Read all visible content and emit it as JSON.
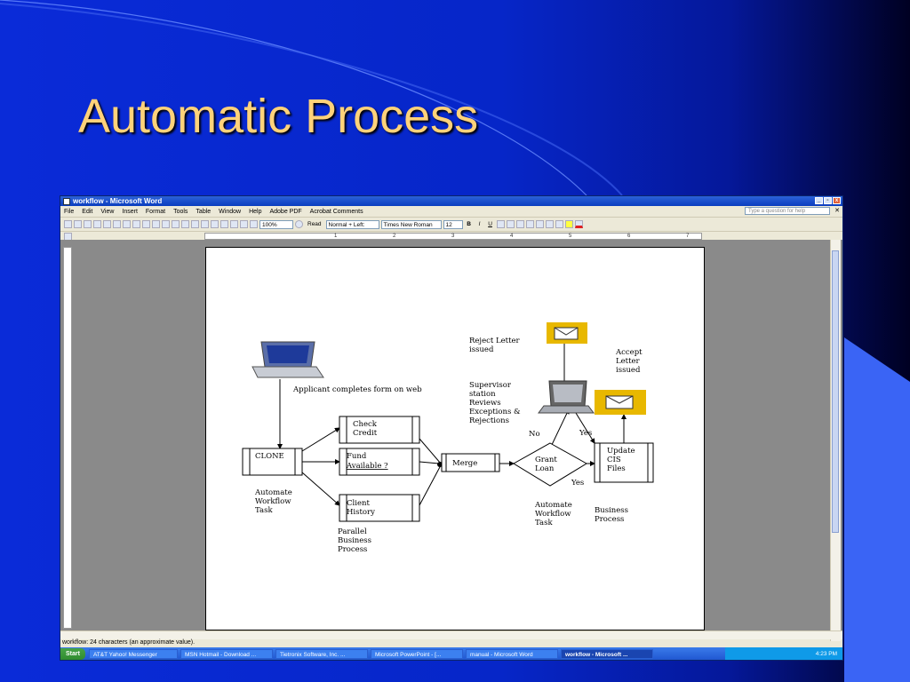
{
  "slide": {
    "title": "Automatic Process"
  },
  "window": {
    "title": "workflow - Microsoft Word",
    "controls": [
      "_",
      "▫",
      "x"
    ],
    "menu": [
      "File",
      "Edit",
      "View",
      "Insert",
      "Format",
      "Tools",
      "Table",
      "Window",
      "Help",
      "Adobe PDF",
      "Acrobat Comments"
    ],
    "help_placeholder": "Type a question for help",
    "zoom": "100%",
    "read_label": "Read",
    "style": "Normal + Left:",
    "font": "Times New Roman",
    "font_size": "12",
    "bold": "B",
    "italic": "I",
    "underline": "U",
    "ruler_marks": [
      "1",
      "2",
      "3",
      "4",
      "5",
      "6",
      "7"
    ],
    "status": "workflow: 24 characters (an approximate value)."
  },
  "diagram": {
    "applicant": "Applicant completes form on web",
    "clone": "CLONE",
    "automate_task_left": [
      "Automate",
      "Workflow",
      "Task"
    ],
    "check_credit": [
      "Check",
      "Credit"
    ],
    "fund_available": [
      "Fund",
      "Available ?"
    ],
    "client_history": [
      "Client",
      "History"
    ],
    "parallel": [
      "Parallel",
      "Business",
      "Process"
    ],
    "merge": "Merge",
    "grant_loan": [
      "Grant",
      "Loan"
    ],
    "no": "No",
    "yes_top": "Yes",
    "yes_bottom": "Yes",
    "automate_task_mid": [
      "Automate",
      "Workflow",
      "Task"
    ],
    "reject_letter": [
      "Reject Letter",
      "issued"
    ],
    "supervisor": [
      "Supervisor",
      "station",
      "Reviews",
      "Exceptions &",
      "Rejections"
    ],
    "accept_letter": [
      "Accept",
      "Letter",
      "issued"
    ],
    "update_cis": [
      "Update",
      "CIS",
      "Files"
    ],
    "business_process": [
      "Business",
      "Process"
    ]
  },
  "taskbar": {
    "start": "Start",
    "tasks": [
      "AT&T Yahoo! Messenger",
      "MSN Hotmail - Download ...",
      "Tietronix Software, Inc. ...",
      "Microsoft PowerPoint - [...",
      "manual - Microsoft Word",
      "workflow - Microsoft ..."
    ],
    "clock": "4:23 PM"
  },
  "colors": {
    "title": "#ffd27a",
    "slide_bg": "#0a2bd8",
    "envelope": "#e8b800"
  }
}
